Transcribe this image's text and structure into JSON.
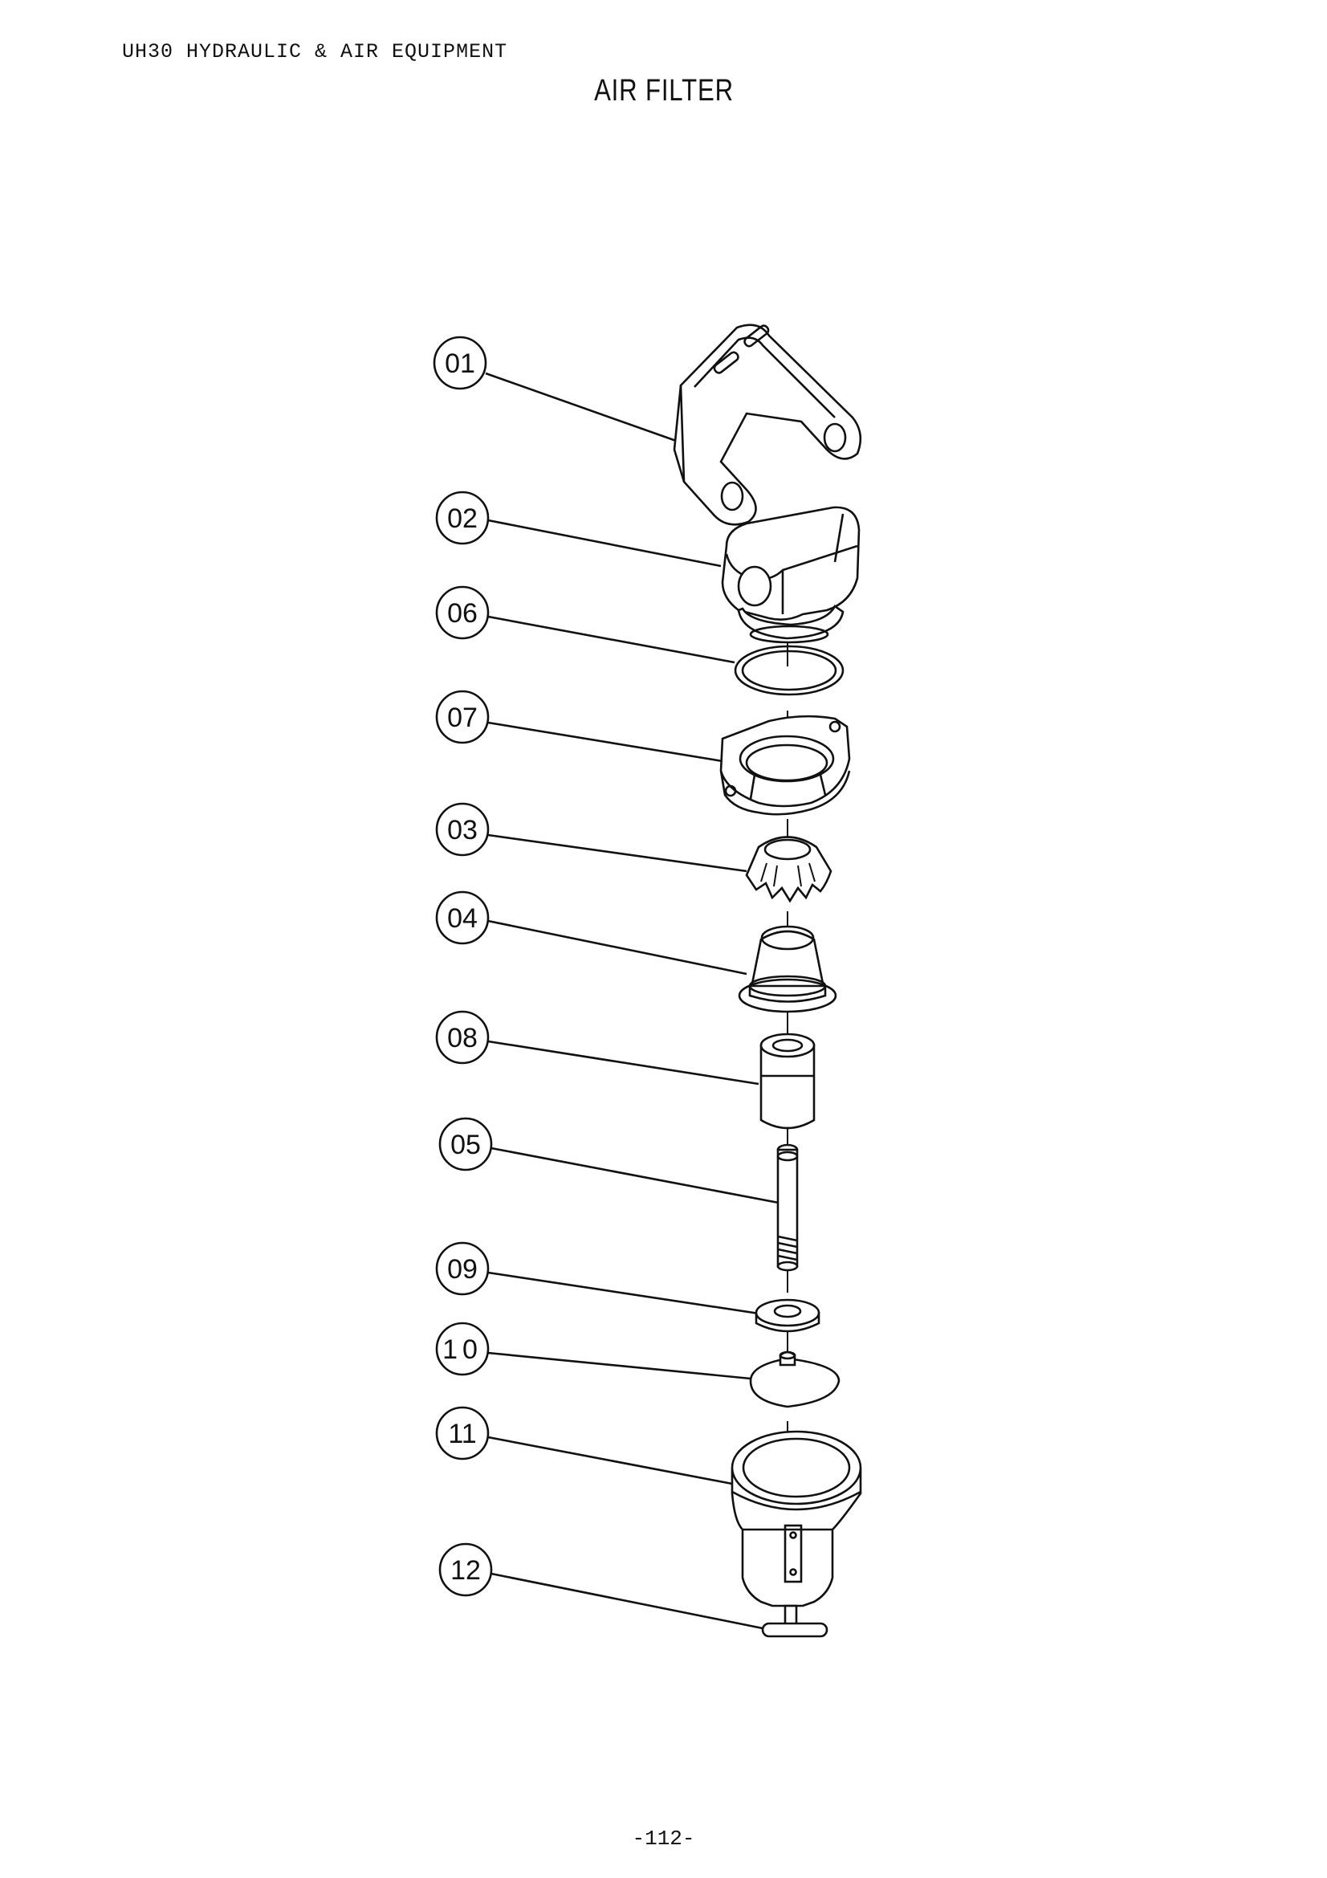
{
  "header": {
    "doc_title": "UH30 HYDRAULIC & AIR EQUIPMENT",
    "page_title": "AIR FILTER",
    "page_number": "-112-"
  },
  "callouts": [
    {
      "id": "01"
    },
    {
      "id": "02"
    },
    {
      "id": "06"
    },
    {
      "id": "07"
    },
    {
      "id": "03"
    },
    {
      "id": "04"
    },
    {
      "id": "08"
    },
    {
      "id": "05"
    },
    {
      "id": "09"
    },
    {
      "id": "10"
    },
    {
      "id": "11"
    },
    {
      "id": "12"
    }
  ],
  "colors": {
    "ink": "#111111",
    "paper": "#ffffff"
  }
}
